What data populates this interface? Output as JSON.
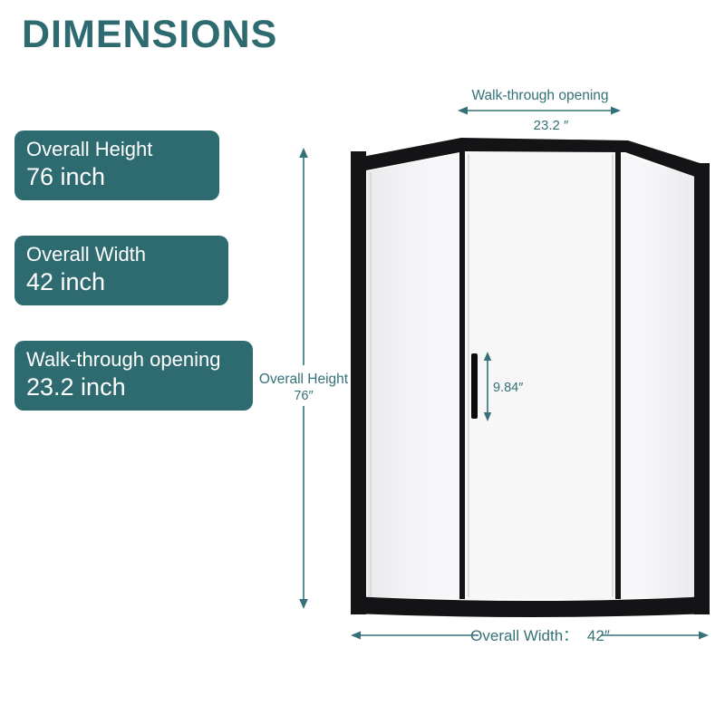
{
  "title": "DIMENSIONS",
  "spec_boxes": [
    {
      "label": "Overall Height",
      "value": "76 inch"
    },
    {
      "label": "Overall Width",
      "value": "42 inch"
    },
    {
      "label": "Walk-through opening",
      "value": "23.2 inch"
    }
  ],
  "diagram": {
    "walkthrough": {
      "label": "Walk-through opening",
      "value": "23.2 ″"
    },
    "overall_height": {
      "label": "Overall Height",
      "value": "76″"
    },
    "handle_height": {
      "value": "9.84″"
    },
    "overall_width": {
      "label": "Overall Width：",
      "value": "42″"
    }
  },
  "colors": {
    "teal_box": "#2E6B70",
    "teal_text": "#347178",
    "frame_black": "#141416",
    "glass": "#F6F6F8",
    "text_white": "#FFFFFF"
  }
}
